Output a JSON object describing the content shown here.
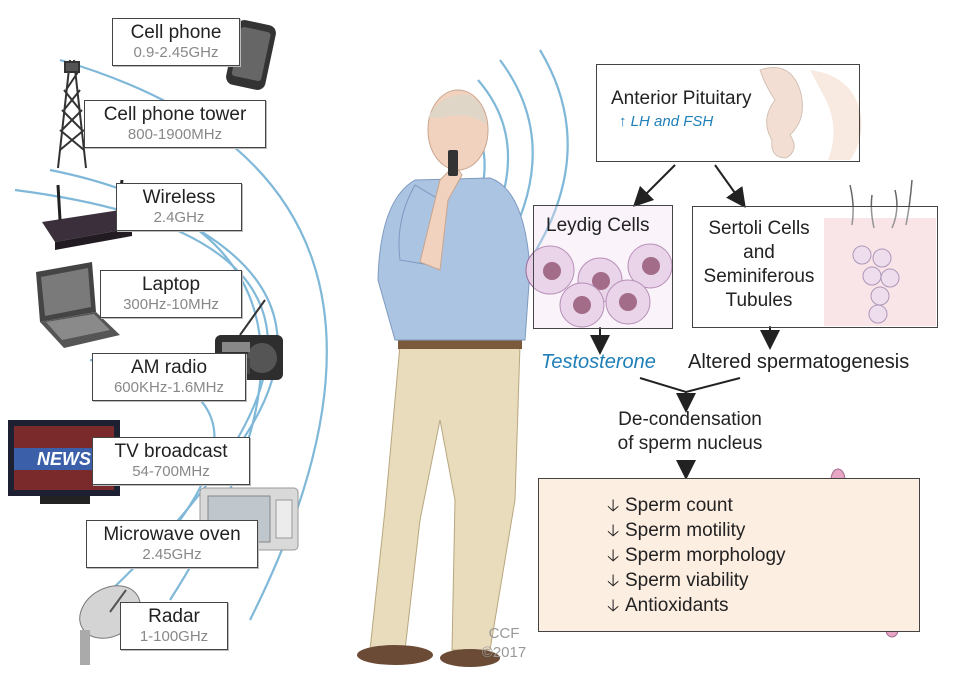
{
  "sources": [
    {
      "name": "Cell phone",
      "freq": "0.9-2.45GHz",
      "icon": "smartphone-icon"
    },
    {
      "name": "Cell phone tower",
      "freq": "800-1900MHz",
      "icon": "cell-tower-icon"
    },
    {
      "name": "Wireless",
      "freq": "2.4GHz",
      "icon": "router-icon"
    },
    {
      "name": "Laptop",
      "freq": "300Hz-10MHz",
      "icon": "laptop-icon"
    },
    {
      "name": "AM radio",
      "freq": "600KHz-1.6MHz",
      "icon": "radio-icon"
    },
    {
      "name": "TV broadcast",
      "freq": "54-700MHz",
      "icon": "tv-icon"
    },
    {
      "name": "Microwave oven",
      "freq": "2.45GHz",
      "icon": "microwave-icon"
    },
    {
      "name": "Radar",
      "freq": "1-100GHz",
      "icon": "radar-dish-icon"
    }
  ],
  "tv_screen_text": "NEWS",
  "pituitary": {
    "title": "Anterior Pituitary",
    "effect": "LH and FSH"
  },
  "leydig": {
    "title": "Leydig Cells",
    "output": "Testosterone"
  },
  "sertoli": {
    "line1": "Sertoli Cells",
    "line2": "and",
    "line3": "Seminiferous",
    "line4": "Tubules",
    "output": "Altered spermatogenesis"
  },
  "decondensation": {
    "line1": "De-condensation",
    "line2": "of sperm nucleus"
  },
  "effects": [
    "Sperm count",
    "Sperm motility",
    "Sperm morphology",
    "Sperm viability",
    "Antioxidants"
  ],
  "credit": {
    "line1": "CCF",
    "line2": "©2017"
  },
  "colors": {
    "wave": "#7fb8d8",
    "accent_blue": "#1f7fb8",
    "cell_fill": "#e6cfe6",
    "box_fill": "#fdeee2"
  }
}
